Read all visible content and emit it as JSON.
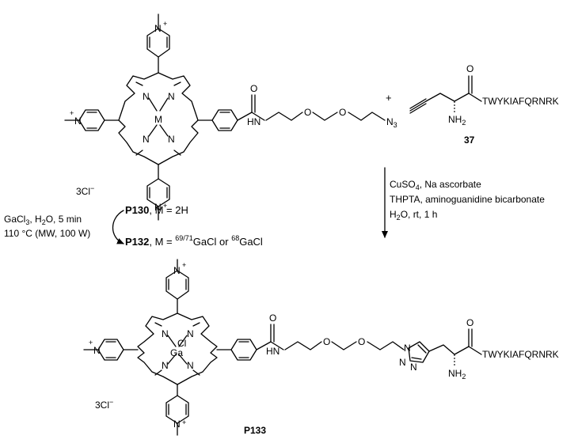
{
  "top_porphyrin": {
    "metal": "M",
    "pyridinium_n": "N",
    "charge": "+",
    "pyrrole_n": "N",
    "amide_o": "O",
    "amide_nh": "HN",
    "ether_o": "O",
    "azide": "N",
    "azide_sub": "3",
    "counterion": "3Cl",
    "counterion_charge": "−"
  },
  "reagent": {
    "plus_sign": "+",
    "carbonyl_o": "O",
    "peptide": "TWYKIAFQRNRK",
    "amine": "NH",
    "amine_sub": "2",
    "compound_number": "37"
  },
  "step_right": {
    "line1_a": "CuSO",
    "line1_sub": "4",
    "line1_b": ", Na ascorbate",
    "line2": "THPTA, aminoguanidine bicarbonate",
    "line3_a": "H",
    "line3_sub": "2",
    "line3_b": "O, rt, 1 h"
  },
  "step_left": {
    "line1_a": "GaCl",
    "line1_sub": "3",
    "line1_b": ", H",
    "line1_sub2": "2",
    "line1_c": "O, 5 min",
    "line2": "110 °C (MW, 100 W)"
  },
  "labels": {
    "p130_bold": "P130",
    "p130_rest": ", M = 2H",
    "p132_bold": "P132",
    "p132_a": ", M = ",
    "p132_sup1": "69/71",
    "p132_b": "GaCl or ",
    "p132_sup2": "68",
    "p132_c": "GaCl"
  },
  "product": {
    "metal": "Ga",
    "chloride": "Cl",
    "pyridinium_n": "N",
    "charge": "+",
    "pyrrole_n": "N",
    "amide_o": "O",
    "amide_nh": "HN",
    "ether_o": "O",
    "triazole_n": "N",
    "carbonyl_o": "O",
    "peptide": "TWYKIAFQRNRK",
    "amine": "NH",
    "amine_sub": "2",
    "counterion": "3Cl",
    "counterion_charge": "−",
    "compound_label": "P133"
  }
}
